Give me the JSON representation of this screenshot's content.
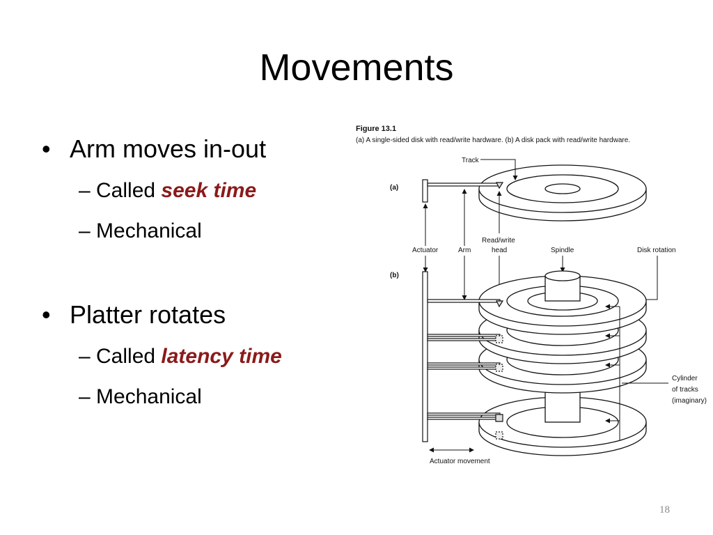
{
  "title": "Movements",
  "bullets": [
    {
      "text": "Arm moves in-out",
      "subs": [
        {
          "prefix": "– Called ",
          "emph": "seek time"
        },
        {
          "prefix": "– Mechanical",
          "emph": ""
        }
      ]
    },
    {
      "text": "Platter rotates",
      "subs": [
        {
          "prefix": "– Called ",
          "emph": "latency time"
        },
        {
          "prefix": "– Mechanical",
          "emph": ""
        }
      ]
    }
  ],
  "figure": {
    "heading": "Figure 13.1",
    "caption": "(a) A single-sided disk with read/write hardware. (b) A disk pack with read/write hardware.",
    "labels": {
      "a": "(a)",
      "b": "(b)",
      "track": "Track",
      "read_write_1": "Read/write",
      "read_write_2": "head",
      "actuator": "Actuator",
      "arm": "Arm",
      "spindle": "Spindle",
      "disk_rotation": "Disk rotation",
      "cylinder_1": "Cylinder",
      "cylinder_2": "of tracks",
      "cylinder_3": "(imaginary)",
      "actuator_movement": "Actuator movement"
    }
  },
  "page_number": "18",
  "colors": {
    "emphasis": "#8b1a1a",
    "background": "#ffffff",
    "diagram_line": "#111111"
  }
}
